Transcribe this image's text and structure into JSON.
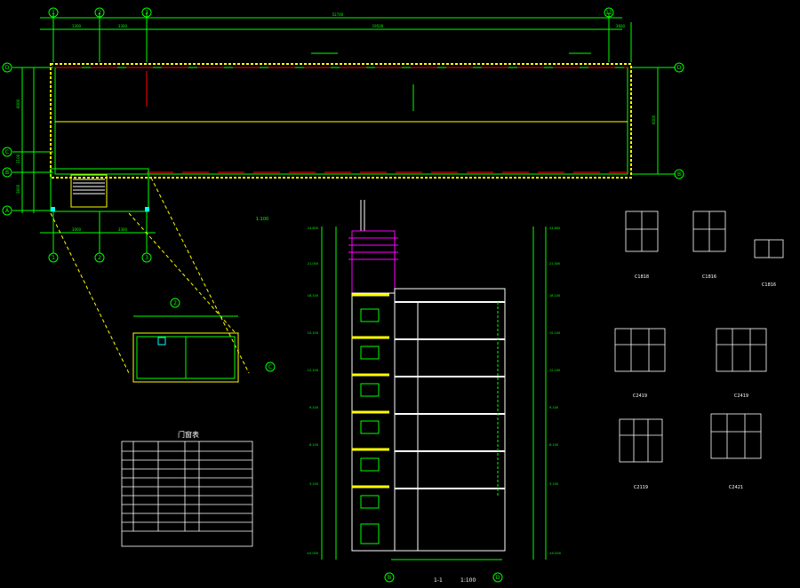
{
  "plan": {
    "axis_top": [
      "1",
      "2",
      "3",
      "11"
    ],
    "axis_left": [
      "D",
      "C",
      "B",
      "A"
    ],
    "axis_right": [
      "D",
      "B"
    ],
    "axis_bottom": [
      "1",
      "2",
      "3"
    ],
    "total_dim": "52740",
    "seg_dims": [
      "1200",
      "3300",
      "19500",
      "3600"
    ],
    "left_dims": [
      "6000",
      "2100",
      "3600"
    ],
    "right_dim": "6000",
    "bottom_dims": [
      "3000",
      "3300"
    ],
    "floor_label": "1:100"
  },
  "detail": {
    "callouts": [
      "2",
      "C"
    ]
  },
  "section": {
    "title": "1-1",
    "scale": "1:100",
    "bottom_axes": [
      "B",
      "D"
    ],
    "levels_left": [
      "24.600",
      "21.000",
      "18.100",
      "15.100",
      "12.100",
      "9.100",
      "6.100",
      "3.100",
      "±0.000"
    ],
    "levels_right": [
      "24.600",
      "21.000",
      "18.100",
      "15.100",
      "12.100",
      "9.100",
      "6.100",
      "3.100",
      "±0.000"
    ]
  },
  "windows": {
    "labels": [
      "C1818",
      "C1816",
      "C1816",
      "C2419",
      "C2419",
      "C2119",
      "C2421"
    ]
  },
  "door_table": {
    "title": "门窗表",
    "rows": 12
  },
  "colors": {
    "green": "#00ff00",
    "yellow": "#ffff00",
    "red": "#ff0000",
    "magenta": "#ff00ff",
    "white": "#ffffff",
    "cyan": "#00ffff"
  }
}
